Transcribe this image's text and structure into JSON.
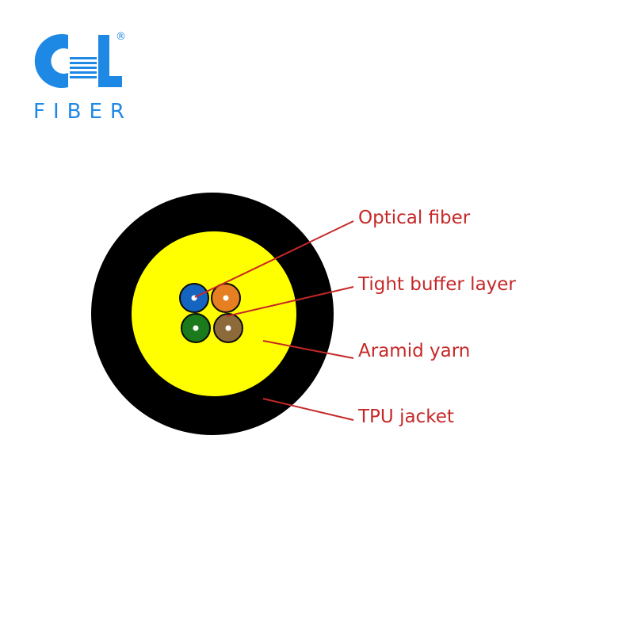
{
  "brand": {
    "name": "FIBER",
    "registered": "®",
    "logo_icon": "cl-logo-icon",
    "color": "#1e88e5"
  },
  "diagram": {
    "colors": {
      "jacket": "#000000",
      "aramid": "#ffff00",
      "leader": "#c62828",
      "fiber_blue": "#1565c0",
      "fiber_orange": "#e67e22",
      "fiber_green": "#1b7a1b",
      "fiber_brown": "#8d6a3a"
    },
    "labels": [
      "Optical fiber",
      "Tight buffer layer",
      "Aramid yarn",
      "TPU jacket"
    ]
  }
}
